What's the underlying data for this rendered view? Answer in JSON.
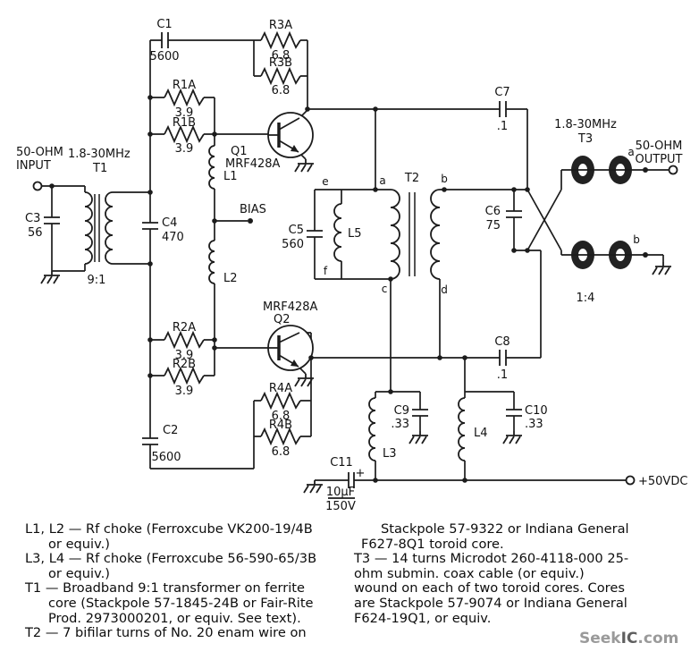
{
  "schematic": {
    "input": {
      "impedance": "50-OHM",
      "port": "INPUT",
      "freq": "1.8-30MHz",
      "xfmr": "T1",
      "ratio": "9:1"
    },
    "output": {
      "impedance": "50-OHM",
      "port": "OUTPUT",
      "freq": "1.8-30MHz",
      "xfmr": "T3",
      "ratio": "1:4",
      "term_a": "a",
      "term_b": "b"
    },
    "bias_label": "BIAS",
    "supply_label": "+50VDC",
    "components": {
      "c1": {
        "ref": "C1",
        "val": "5600"
      },
      "c2": {
        "ref": "C2",
        "val": "5600"
      },
      "c3": {
        "ref": "C3",
        "val": "56"
      },
      "c4": {
        "ref": "C4",
        "val": "470"
      },
      "c5": {
        "ref": "C5",
        "val": "560"
      },
      "c6": {
        "ref": "C6",
        "val": "75"
      },
      "c7": {
        "ref": "C7",
        "val": ".1"
      },
      "c8": {
        "ref": "C8",
        "val": ".1"
      },
      "c9": {
        "ref": "C9",
        "val": ".33"
      },
      "c10": {
        "ref": "C10",
        "val": ".33"
      },
      "c11": {
        "ref": "C11",
        "val": "10μF",
        "val2": "150V",
        "polarity": "+"
      },
      "r1a": {
        "ref": "R1A",
        "val": "3.9"
      },
      "r1b": {
        "ref": "R1B",
        "val": "3.9"
      },
      "r2a": {
        "ref": "R2A",
        "val": "3.9"
      },
      "r2b": {
        "ref": "R2B",
        "val": "3.9"
      },
      "r3a": {
        "ref": "R3A",
        "val": "6.8"
      },
      "r3b": {
        "ref": "R3B",
        "val": "6.8"
      },
      "r4a": {
        "ref": "R4A",
        "val": "6.8"
      },
      "r4b": {
        "ref": "R4B",
        "val": "6.8"
      },
      "l1": {
        "ref": "L1"
      },
      "l2": {
        "ref": "L2"
      },
      "l3": {
        "ref": "L3"
      },
      "l4": {
        "ref": "L4"
      },
      "l5": {
        "ref": "L5"
      },
      "q1": {
        "ref": "Q1",
        "part": "MRF428A"
      },
      "q2": {
        "ref": "Q2",
        "part": "MRF428A"
      },
      "t2": {
        "ref": "T2",
        "term_a": "a",
        "term_b": "b",
        "term_c": "c",
        "term_d": "d",
        "term_e": "e",
        "term_f": "f"
      }
    }
  },
  "notes": {
    "left": [
      "L1, L2 — Rf choke (Ferroxcube VK200-19/4B",
      "or equiv.)",
      "L3, L4 — Rf choke (Ferroxcube 56-590-65/3B",
      "or equiv.)",
      "T1 — Broadband 9:1 transformer on ferrite",
      "core (Stackpole 57-1845-24B or Fair-Rite",
      "Prod. 2973000201, or equiv. See text).",
      "T2 — 7 bifilar turns of No. 20 enam wire on"
    ],
    "right": [
      "Stackpole 57-9322 or Indiana General",
      "F627-8Q1 toroid core.",
      "T3 — 14 turns Microdot 260-4118-000 25-",
      "ohm submin. coax cable (or equiv.)",
      "wound on each of two toroid cores. Cores",
      "are Stackpole 57-9074 or Indiana General",
      "F624-19Q1, or equiv."
    ]
  },
  "watermark": {
    "part1": "Seek",
    "part2": "IC",
    "part3": ".com"
  }
}
